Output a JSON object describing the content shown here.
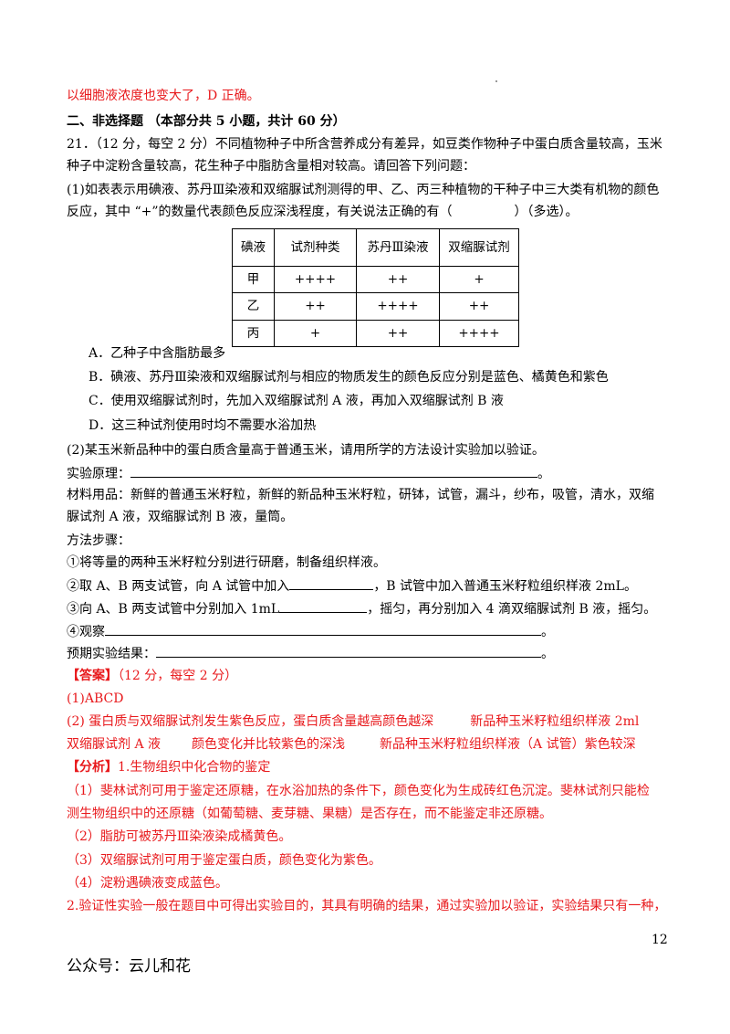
{
  "lines": {
    "l0": "以细胞液浓度也变大了，D 正确。",
    "section": "二、非选择题 （本部分共 5 小题，共计 60 分）",
    "q21a": "21．（12 分，每空 2 分）不同植物种子中所含营养成分有差异，如豆类作物种子中蛋白质含量较高，玉米",
    "q21b": "种子中淀粉含量较高，花生种子中脂肪含量相对较高。请回答下列问题：",
    "p1a": "(1)如表表示用碘液、苏丹Ⅲ染液和双缩脲试剂测得的甲、乙、丙三种植物的干种子中三大类有机物的颜色",
    "p1b_pre": "反应，其中 “+”的数量代表颜色反应深浅程度，有关说法正确的有（",
    "p1b_post": "）（多选）。",
    "optA": "A．乙种子中含脂肪最多",
    "optB": "B．碘液、苏丹Ⅲ染液和双缩脲试剂与相应的物质发生的颜色反应分别是蓝色、橘黄色和紫色",
    "optC": "C．使用双缩脲试剂时，先加入双缩脲试剂 A 液，再加入双缩脲试剂 B 液",
    "optD": "D．这三种试剂使用时均不需要水浴加热",
    "p2": "(2)某玉米新品种中的蛋白质含量高于普通玉米，请用所学的方法设计实验加以验证。",
    "principle": "实验原理：",
    "period": "。",
    "mat_a": "材料用品：新鲜的普通玉米籽粒，新鲜的新品种玉米籽粒，研钵，试管，漏斗，纱布，吸管，清水，双缩",
    "mat_b": "脲试剂 A 液，双缩脲试剂 B 液，量筒。",
    "steps": "方法步骤：",
    "s1": "①将等量的两种玉米籽粒分别进行研磨，制备组织样液。",
    "s2_pre": "②取 A、B 两支试管，向 A 试管中加入",
    "s2_post": "，B 试管中加入普通玉米籽粒组织样液 2mL。",
    "s3_pre": "③向 A、B 两支试管中分别加入 1mL",
    "s3_post": "，摇匀，再分别加入 4 滴双缩脲试剂 B 液，摇匀。",
    "s4": "④观察",
    "result": "预期实验结果：",
    "ans_tag": "【答案】",
    "ans_score": "（12 分，每空 2 分）",
    "a1": "(1)ABCD",
    "a2a_1": "(2) 蛋白质与双缩脲试剂发生紫色反应，蛋白质含量越高颜色越深",
    "a2a_2": "新品种玉米籽粒组织样液 2ml",
    "a2b_1": "双缩脲试剂 A 液",
    "a2b_2": "颜色变化并比较紫色的深浅",
    "a2b_3": "新品种玉米籽粒组织样液（A 试管）紫色较深",
    "an_tag": "【分析】",
    "an_title": "1.生物组织中化合物的鉴定",
    "an1a": "（1）斐林试剂可用于鉴定还原糖，在水浴加热的条件下，颜色变化为生成砖红色沉淀。斐林试剂只能检",
    "an1b": "测生物组织中的还原糖（如葡萄糖、麦芽糖、果糖）是否存在，而不能鉴定非还原糖。",
    "an2": "（2）脂肪可被苏丹Ⅲ染液染成橘黄色。",
    "an3": "（3）双缩脲试剂可用于鉴定蛋白质，颜色变化为紫色。",
    "an4": "（4）淀粉遇碘液变成蓝色。",
    "an5": "2.验证性实验一般在题目中可得出实验目的，其具有明确的结果，通过实验加以验证，实验结果只有一种，"
  },
  "table": {
    "header": [
      "碘液",
      "试剂种类",
      "苏丹Ⅲ染液",
      "双缩脲试剂"
    ],
    "rows": [
      [
        "甲",
        "++++",
        "++",
        "+"
      ],
      [
        "乙",
        "++",
        "++++",
        "++"
      ],
      [
        "丙",
        "+",
        "++",
        "++++"
      ]
    ]
  },
  "page_number": "12",
  "footer": "公众号：云儿和花",
  "colors": {
    "answer": "#e8191c",
    "text": "#000000"
  }
}
